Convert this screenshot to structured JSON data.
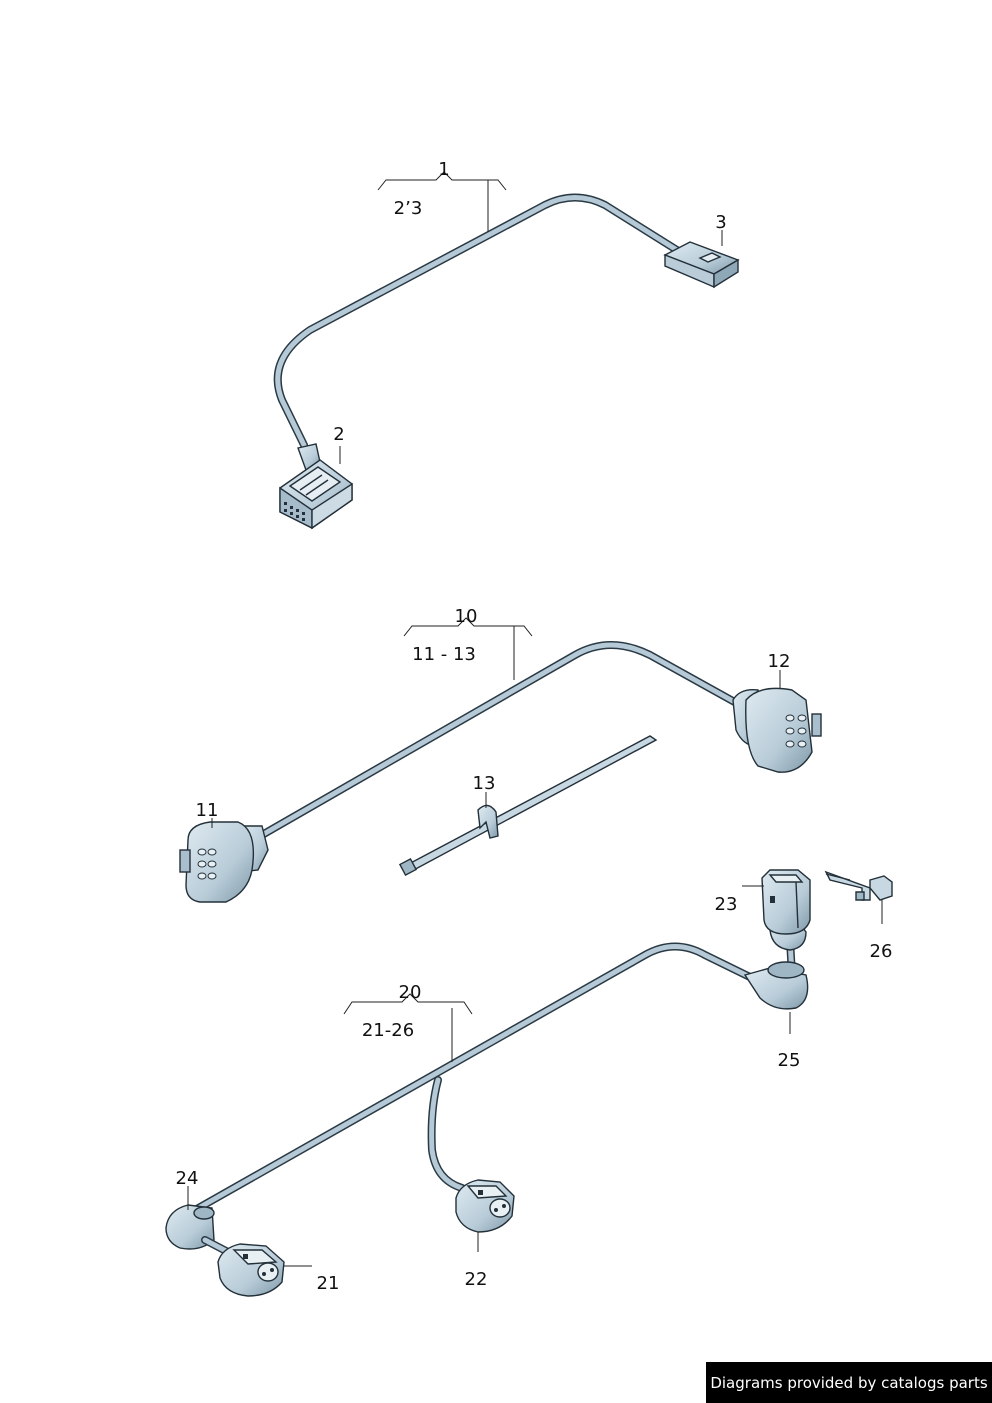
{
  "groups": [
    {
      "label": "1",
      "range": "2’3"
    },
    {
      "label": "10",
      "range": "11 - 13"
    },
    {
      "label": "20",
      "range": "21-26"
    }
  ],
  "parts": {
    "p2": "2",
    "p3": "3",
    "p11": "11",
    "p12": "12",
    "p13": "13",
    "p21": "21",
    "p22": "22",
    "p23": "23",
    "p24": "24",
    "p25": "25",
    "p26": "26"
  },
  "footer": {
    "text": "Diagrams provided by catalogs parts"
  },
  "colors": {
    "cable_fill": "#b5c9d6",
    "outline": "#233039",
    "connector_fill": "#c8d8e2"
  }
}
